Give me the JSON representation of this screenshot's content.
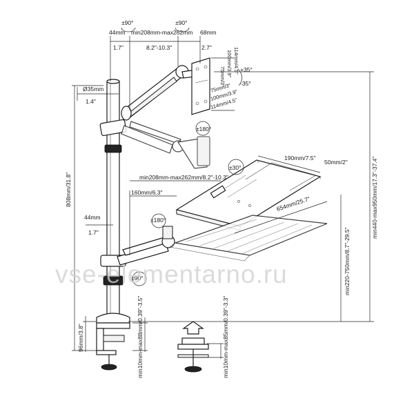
{
  "labels": {
    "rot_90_top_left": "±90°",
    "rot_90_top_right": "±90°",
    "arm_44mm": "44mm",
    "arm_min208_max262": "min208mm-max262mm",
    "vesa_depth_68mm": "68mm",
    "arm_44mm_in": "1.7\"",
    "arm_8_2_10_3_in": "8.2\"-10.3\"",
    "vesa_depth_in": "2.7\"",
    "pole_dia_mm": "Ø35mm",
    "pole_dia_in": "1.4\"",
    "vesa_75_v": "75mm/3\"",
    "vesa_100_v": "100mm/3.9\"",
    "vesa_114_v": "114mm/4.5\"",
    "vesa_75_h": "75mm/3\"",
    "vesa_100_h": "100mm/3.9\"",
    "vesa_114_h": "114mm/4.5\"",
    "tilt_plus": "+35°",
    "tilt_minus": "-35°",
    "rot_180_monitor": "±180°",
    "rot_30": "±30°",
    "tray_190": "190mm/7.5\"",
    "tray_50": "50mm/2\"",
    "arm2_min208_max262": "min208mm-max262mm/8.2\"-10.3\"",
    "height_min440_max950": "min440-max950mm/17.3\"-37.4\"",
    "arm2_160": "160mm/6.3\"",
    "pole_height": "808mm/31.8\"",
    "rot_180_tray": "±180°",
    "tray_654": "654mm/25.7\"",
    "arm2_44mm": "44mm",
    "arm2_44mm_in": "1.7\"",
    "height_220_750": "min220-750mm/8.7\"-29.5\"",
    "rot_90_lower": "±90°",
    "base_96": "96mm/3.8\"",
    "clamp_10_88": "min10mm-max88mm/0.39\"-3.5\"",
    "grommet_10_85": "min10mm-max85mm/0.39\"-3.3\""
  },
  "watermark": "vse-elementarno.ru"
}
